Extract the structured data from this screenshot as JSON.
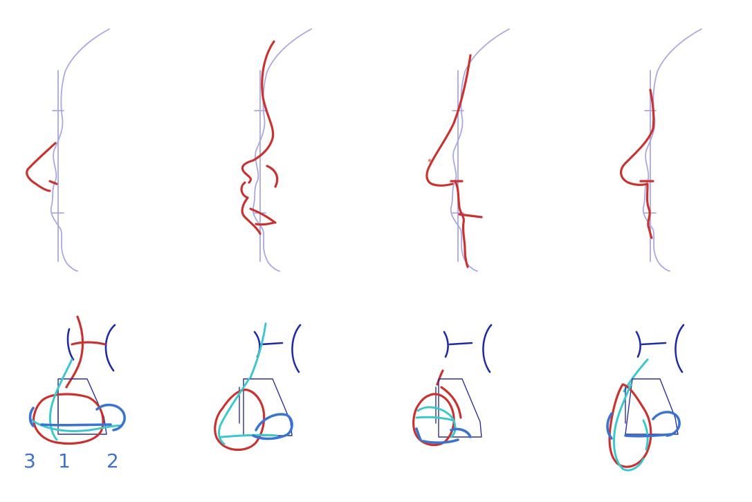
{
  "figure": {
    "background": "#ffffff",
    "colors": {
      "guide": "#a9a6e6",
      "red": "#c9322f",
      "navy": "#1f2aa4",
      "cyan": "#3cc7cf",
      "blue": "#3b73d1"
    },
    "labels": [
      "3",
      "1",
      "2"
    ]
  }
}
